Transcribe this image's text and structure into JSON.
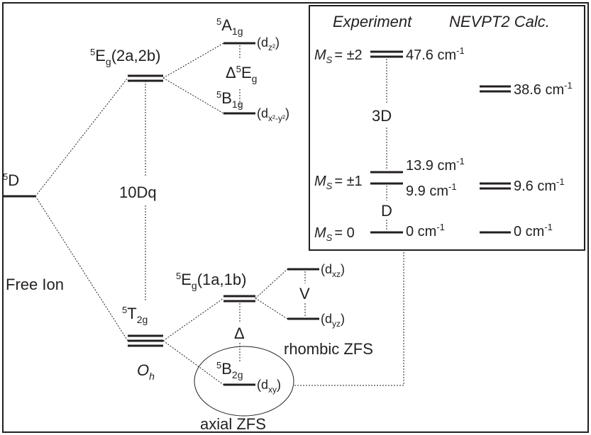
{
  "labels": {
    "free_ion": "Free Ion",
    "term_5d": "D",
    "eg_term": "E",
    "eg_sub": "g",
    "eg_orbitals": "(2a,2b)",
    "a1g_term": "A",
    "a1g_sub": "1g",
    "a1g_orbital": "z²",
    "delta_5eg": "E",
    "delta_5eg_sub": "g",
    "b1g_term": "B",
    "b1g_sub": "1g",
    "b1g_orbital": "x²-y²",
    "tendq": "10Dq",
    "t2g_term": "T",
    "t2g_sub": "2g",
    "oh_label": "O",
    "oh_sub": "h",
    "eg2_term": "E",
    "eg2_sub": "g",
    "eg2_orbitals": "(1a,1b)",
    "xz_orbital": "xz",
    "v_label": "V",
    "yz_orbital": "yz",
    "delta": "Δ",
    "b2g_term": "B",
    "b2g_sub": "2g",
    "xy_orbital": "xy",
    "rhombic": "rhombic ZFS",
    "axial": "axial ZFS"
  },
  "inset": {
    "experiment_header": "Experiment",
    "calc_header": "NEVPT2 Calc.",
    "ms": "M",
    "ms_sub": "S",
    "ms_pm2": "= ±2",
    "ms_pm1": "= ±1",
    "ms_0": "= 0",
    "exp_476": "47.6 cm",
    "exp_139": "13.9 cm",
    "exp_99": "9.9 cm",
    "exp_0": "0 cm",
    "calc_386": "38.6 cm",
    "calc_96": "9.6 cm",
    "calc_0": "0 cm",
    "unit_sup": "-1",
    "label_3d": "3D",
    "label_d": "D"
  }
}
